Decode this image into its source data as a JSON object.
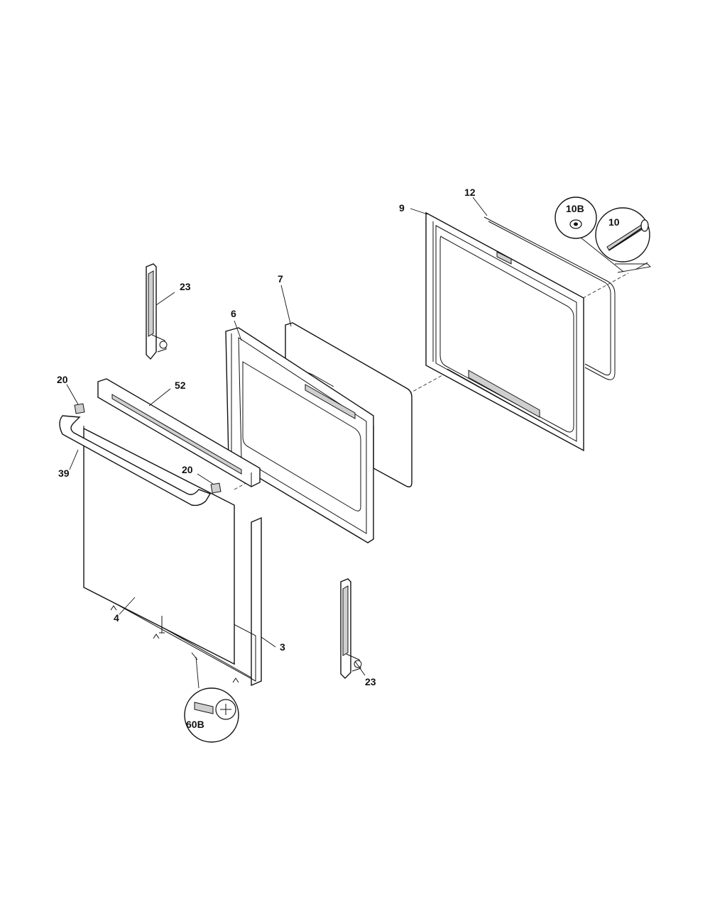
{
  "callouts": {
    "c12": "12",
    "c9": "9",
    "c10b": "10B",
    "c10": "10",
    "c23_top": "23",
    "c7": "7",
    "c6": "6",
    "c20_left": "20",
    "c52": "52",
    "c39": "39",
    "c20_mid": "20",
    "c4": "4",
    "c3": "3",
    "c23_bottom": "23",
    "c60b": "60B"
  },
  "colors": {
    "line": "#111111",
    "background": "#ffffff",
    "shade": "#cfcfcf"
  }
}
